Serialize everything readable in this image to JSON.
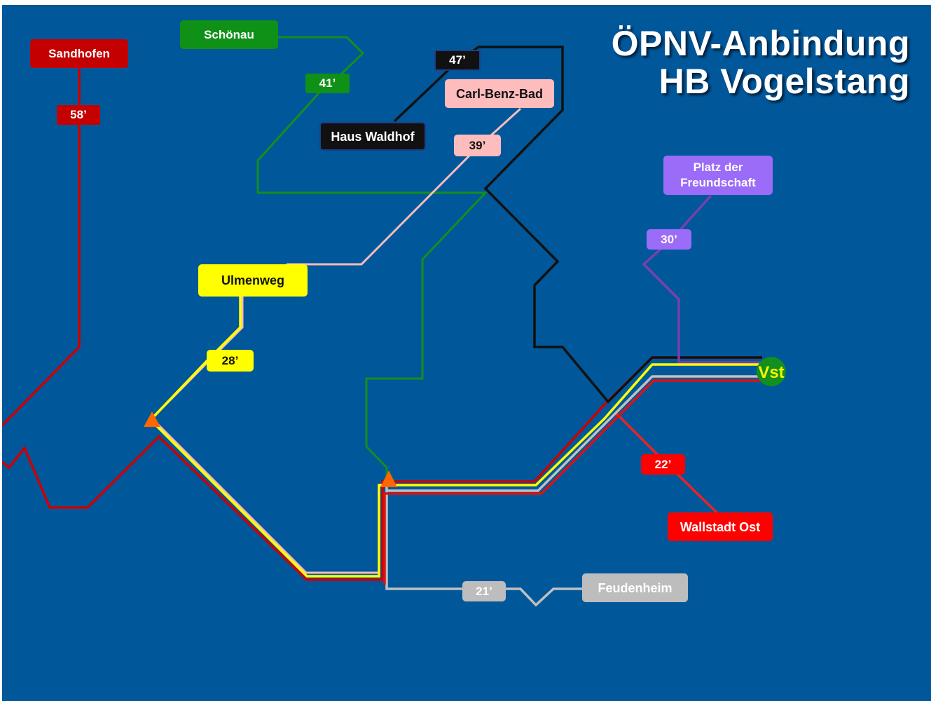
{
  "title": {
    "line1": "ÖPNV-Anbindung",
    "line2": "HB Vogelstang"
  },
  "destination": {
    "label": "Vst",
    "fill": "#138f1d",
    "text_color": "#f5f500"
  },
  "colors": {
    "background": "#00579a",
    "sandhofen": "#cc0000",
    "schoenau": "#138f1d",
    "waldhof": "#111111",
    "carl_benz_bad": "#f7bcbc",
    "freundschaft": "#7a3fb0",
    "ulmenweg": "#ffff00",
    "wallstadt": "#ee2222",
    "feudenheim": "#c0c0c0",
    "transfer_marker": "#ff6600"
  },
  "connections": [
    {
      "id": "sandhofen",
      "stop": "Sandhofen",
      "time": "58’",
      "bg": "#c40000",
      "fg": "#ffffff"
    },
    {
      "id": "schoenau",
      "stop": "Schönau",
      "time": "41’",
      "bg": "#0f9117",
      "fg": "#ffffff"
    },
    {
      "id": "waldhof",
      "stop": "Haus Waldhof",
      "time": "47’",
      "bg": "#111111",
      "fg": "#ffffff"
    },
    {
      "id": "carl_benz_bad",
      "stop": "Carl-Benz-Bad",
      "time": "39’",
      "bg": "#ffbcbc",
      "fg": "#111111"
    },
    {
      "id": "freundschaft",
      "stop": "Platz der Freundschaft",
      "time": "30’",
      "bg": "#9b6cf7",
      "fg": "#ffffff"
    },
    {
      "id": "ulmenweg",
      "stop": "Ulmenweg",
      "time": "28’",
      "bg": "#ffff00",
      "fg": "#111111"
    },
    {
      "id": "wallstadt",
      "stop": "Wallstadt Ost",
      "time": "22’",
      "bg": "#ff0000",
      "fg": "#ffffff"
    },
    {
      "id": "feudenheim",
      "stop": "Feudenheim",
      "time": "21’",
      "bg": "#bdbdbd",
      "fg": "#ffffff"
    }
  ]
}
